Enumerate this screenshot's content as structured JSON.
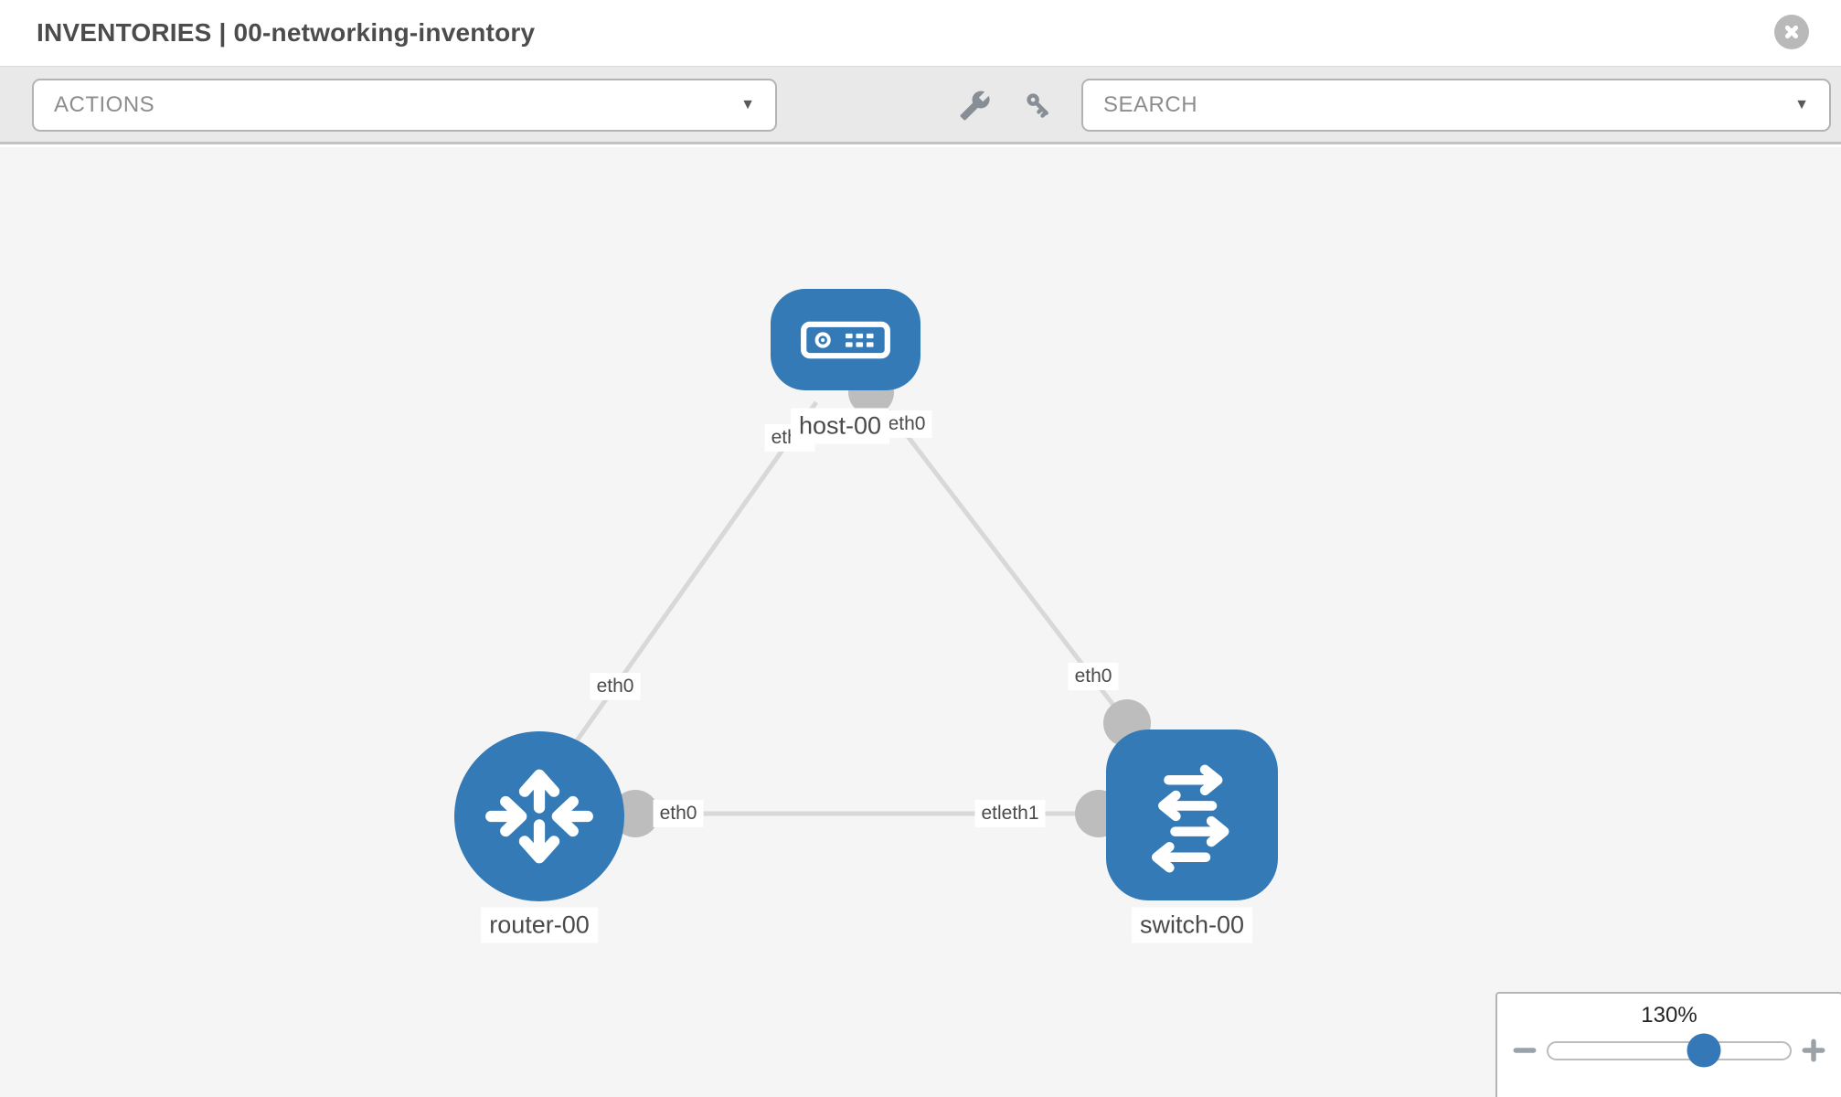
{
  "header": {
    "title": "INVENTORIES | 00-networking-inventory"
  },
  "toolbar": {
    "actions_label": "ACTIONS",
    "search_label": "SEARCH",
    "caret": "▼"
  },
  "topology": {
    "nodes": [
      {
        "id": "host-00",
        "type": "host",
        "label": "host-00"
      },
      {
        "id": "router-00",
        "type": "router",
        "label": "router-00"
      },
      {
        "id": "switch-00",
        "type": "switch",
        "label": "switch-00"
      }
    ],
    "links": [
      {
        "from": "router-00",
        "to": "host-00",
        "from_interface": "eth0",
        "to_interface": "eth0"
      },
      {
        "from": "host-00",
        "to": "switch-00",
        "from_interface": "eth0",
        "to_interface": "eth0"
      },
      {
        "from": "router-00",
        "to": "switch-00",
        "from_interface": "eth0",
        "to_interface": "etleth1"
      }
    ]
  },
  "zoom_control": {
    "level": "130%",
    "minus": "−",
    "plus": "+"
  },
  "colors": {
    "node_blue": "#337ab7",
    "link_gray": "#d8d8d8",
    "connector_gray": "#bdbdbd",
    "thumb_blue": "#3578b7",
    "canvas_bg": "#f5f5f5",
    "toolbar_bg": "#e9e9e9"
  }
}
